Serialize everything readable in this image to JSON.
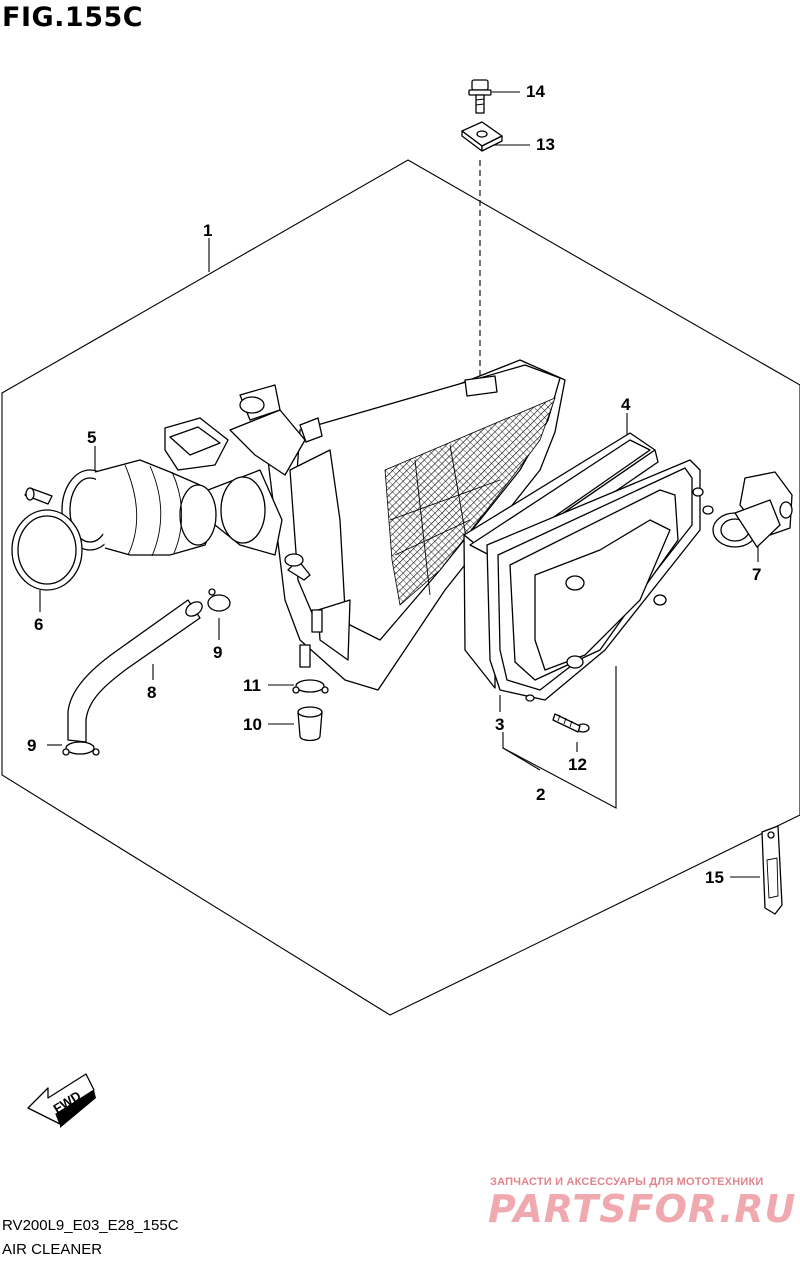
{
  "figure": {
    "title": "FIG.155C",
    "code": "RV200L9_E03_E28_155C",
    "name": "AIR CLEANER"
  },
  "callouts": [
    "1",
    "2",
    "3",
    "4",
    "5",
    "6",
    "7",
    "8",
    "9",
    "9",
    "10",
    "11",
    "12",
    "13",
    "14",
    "15"
  ],
  "fwd_label": "FWD",
  "watermark": {
    "tagline": "ЗАПЧАСТИ И АКСЕССУАРЫ ДЛЯ МОТОТЕХНИКИ",
    "brand": "PARTSFOR.RU",
    "color": "#f0a9ae"
  }
}
